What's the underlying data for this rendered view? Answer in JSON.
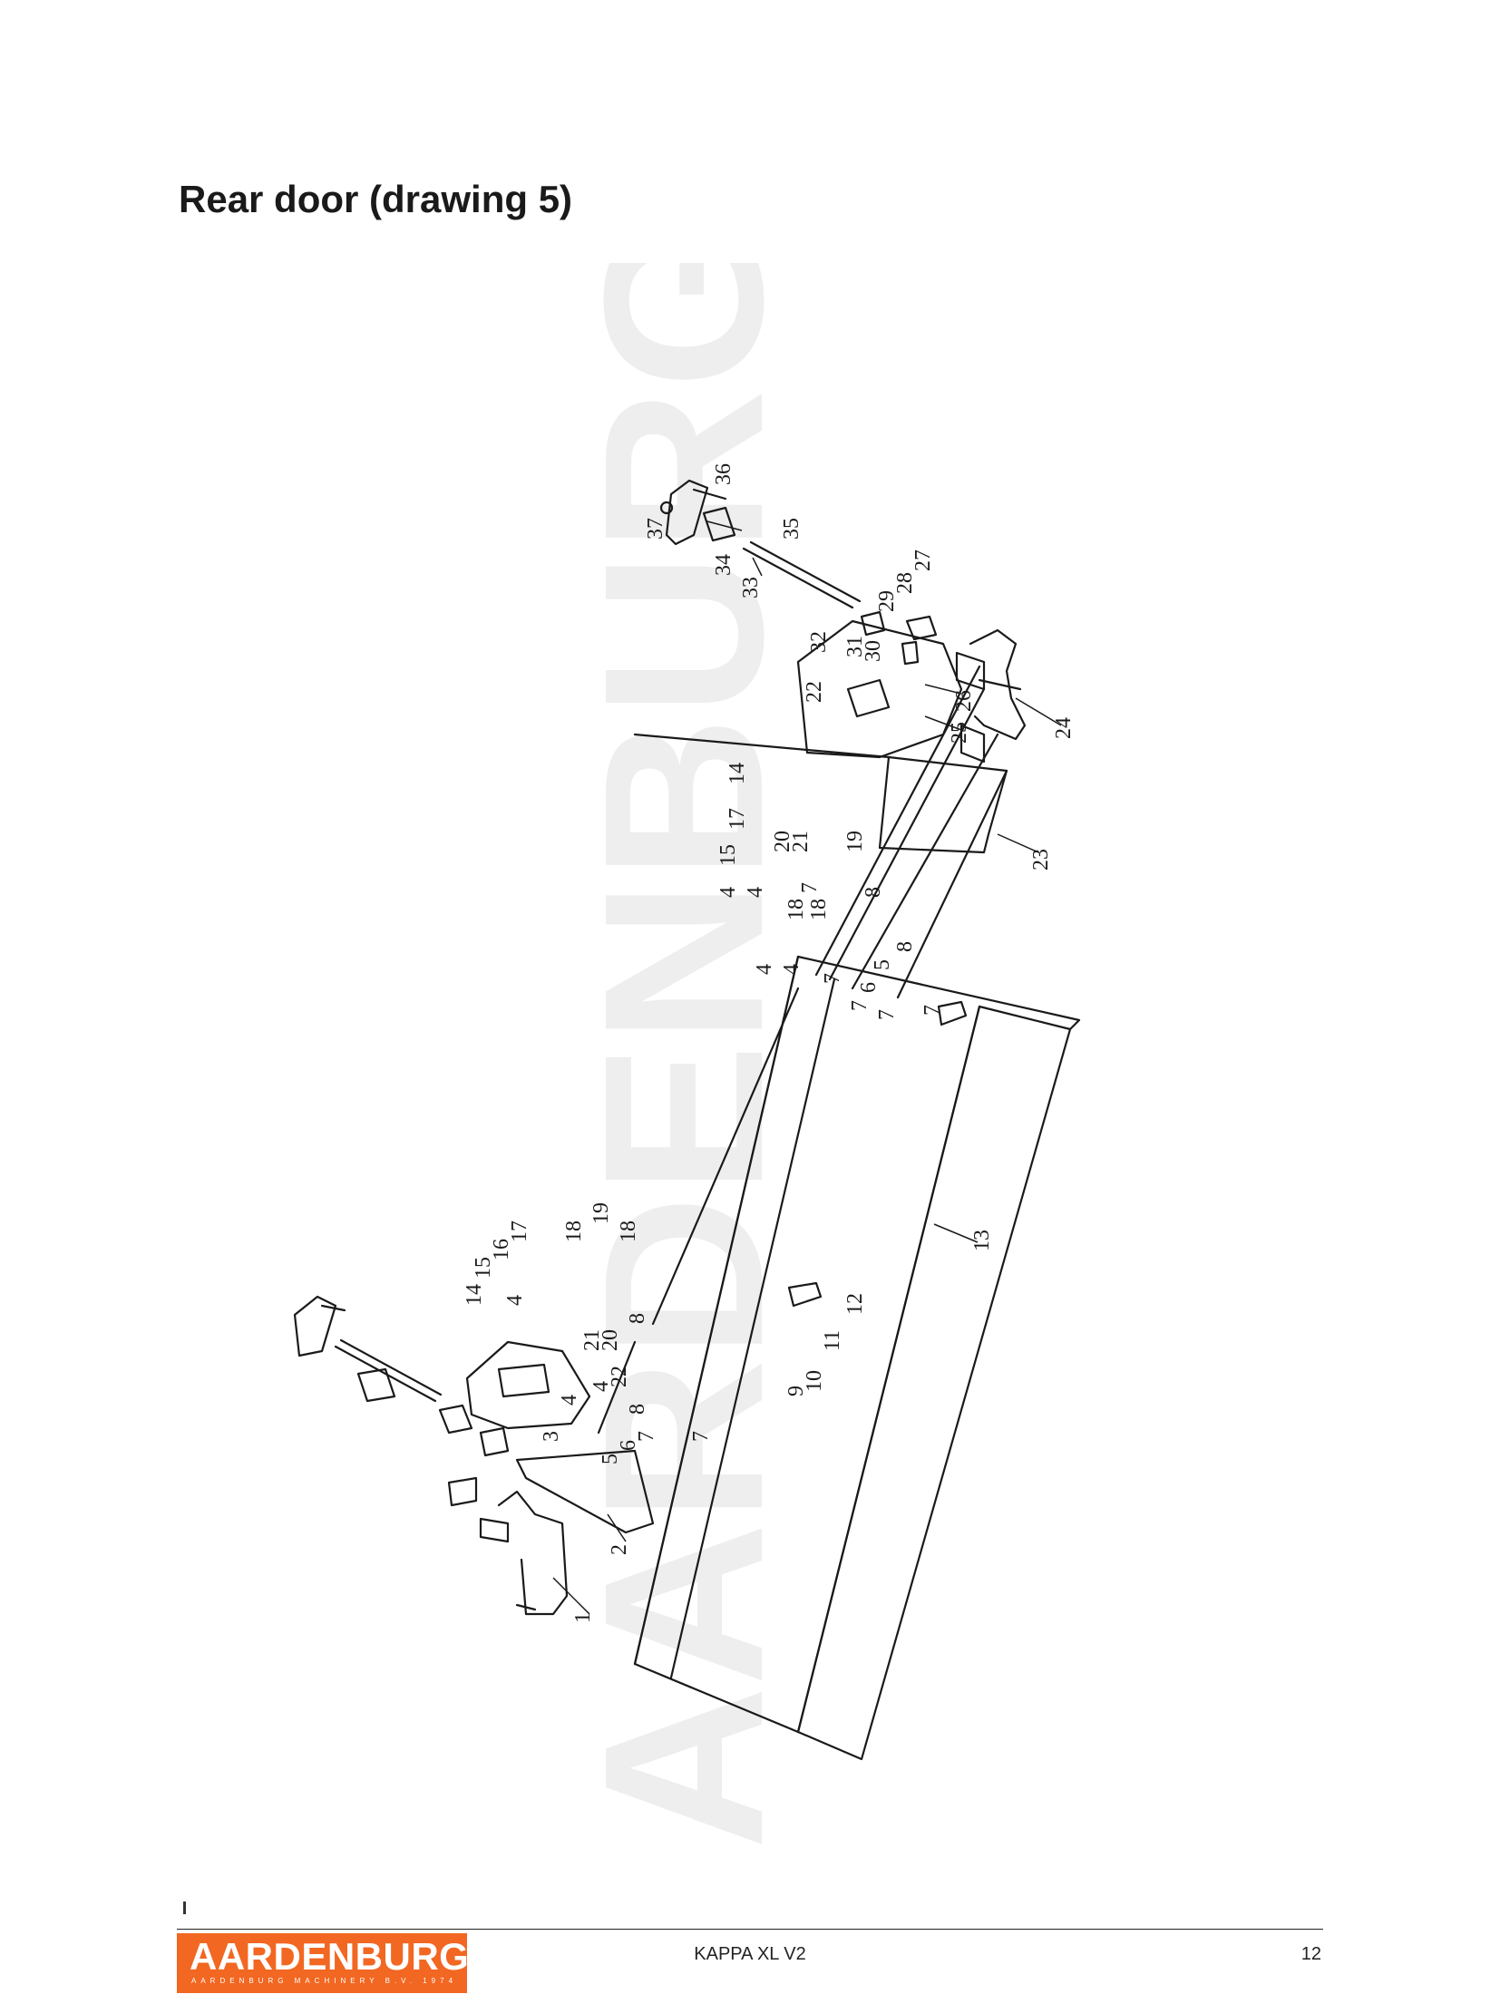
{
  "page": {
    "title": "Rear door (drawing 5)"
  },
  "drawing": {
    "watermark": "AARDENBURG",
    "part_labels": [
      "1",
      "2",
      "3",
      "4",
      "5",
      "6",
      "7",
      "8",
      "9",
      "10",
      "11",
      "12",
      "13",
      "14",
      "15",
      "16",
      "17",
      "18",
      "19",
      "20",
      "21",
      "22",
      "23",
      "24",
      "25",
      "26",
      "27",
      "28",
      "29",
      "30",
      "31",
      "32",
      "33",
      "34",
      "35",
      "36",
      "37"
    ]
  },
  "footer": {
    "logo_text": "AARDENBURG",
    "logo_subtext": "AARDENBURG MACHINERY B.V. 1974",
    "document_name": "KAPPA XL V2",
    "page_number": "12"
  },
  "colors": {
    "brand_orange": "#f26722",
    "line": "#1a1a1a",
    "watermark": "#eeeeee"
  }
}
